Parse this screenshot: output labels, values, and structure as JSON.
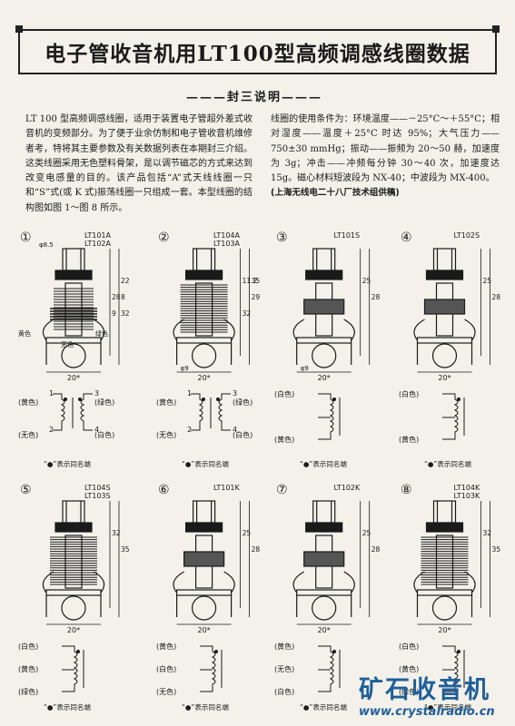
{
  "title": "电子管收音机用LT100型高频调感线圈数据",
  "subtitle": "———封三说明———",
  "body_left": "LT 100 型高频调感线圈，适用于装置电子管超外差式收音机的变频部分。为了便于业余仿制和电子管收音机维修者考，特将其主要参数及有关数据列表在本期封三介绍。这类线圈采用无色塑料骨架，是以调节磁芯的方式来达到改变电感量的目的。该产品包括“A”式天线线圈一只和“S”式(或 K 式)振荡线圈一只组成一套。本型线圈的结构图如图 1～图 8 所示。",
  "body_right": "线圈的使用条件为：环境温度——－25°C～＋55°C；相对湿度——温度＋25°C 时达 95%；大气压力——750±30 mmHg；振动——振频为 20～50 赫，加速度为 3g；冲击——冲频每分钟 30～40 次，加速度达 15g。磁心材料短波段为 NX-40；中波段为 MX-400。",
  "credit": "(上海无线电二十八厂技术组供稿)",
  "figures": [
    {
      "num": "①",
      "models": [
        "LT101A",
        "LT102A"
      ],
      "dims": [
        "φ8.5",
        "8",
        "9",
        "22",
        "28",
        "32",
        "20"
      ],
      "pins": [
        "(黄色)",
        "(绿色)",
        "(无色)",
        "(白色)"
      ],
      "colors_on_drawing": [
        "黄色",
        "无色",
        "绿色"
      ],
      "note": "“●”表示同名端"
    },
    {
      "num": "②",
      "models": [
        "LT104A",
        "LT103A"
      ],
      "dims": [
        "11.2",
        "29",
        "32",
        "35",
        "φ9",
        "20"
      ],
      "pins": [
        "(黄色)",
        "(绿色)",
        "(无色)",
        "(白色)"
      ],
      "note": "“●”表示同名端"
    },
    {
      "num": "③",
      "models": [
        "LT101S"
      ],
      "dims": [
        "25",
        "28",
        "φ9",
        "20"
      ],
      "pins": [
        "(白色)",
        "(黄色)"
      ],
      "note": "“●”表示同名端"
    },
    {
      "num": "④",
      "models": [
        "LT102S"
      ],
      "dims": [
        "25",
        "28",
        "20"
      ],
      "pins": [
        "(白色)",
        "(黄色)"
      ],
      "note": "“●”表示同名端"
    },
    {
      "num": "⑤",
      "models": [
        "LT104S",
        "LT103S"
      ],
      "dims": [
        "32",
        "35",
        "20"
      ],
      "pins": [
        "(白色)",
        "(黄色)",
        "(绿色)"
      ],
      "note": "“●”表示同名端"
    },
    {
      "num": "⑥",
      "models": [
        "LT101K"
      ],
      "dims": [
        "25",
        "28",
        "20"
      ],
      "pins": [
        "(黄色)",
        "(白色)",
        "(无色)"
      ],
      "note": "“●”表示同名端"
    },
    {
      "num": "⑦",
      "models": [
        "LT102K"
      ],
      "dims": [
        "25",
        "28",
        "20"
      ],
      "pins": [
        "(黄色)",
        "(无色)",
        "(白色)"
      ],
      "note": "“●”表示同名端"
    },
    {
      "num": "⑧",
      "models": [
        "LT104K",
        "LT103K"
      ],
      "dims": [
        "32",
        "35",
        "20"
      ],
      "pins": [
        "(白色)",
        "(黄色)",
        "(绿色)"
      ],
      "note": "“●”表示同名端"
    }
  ],
  "watermark": {
    "cn": "矿石收音机",
    "url": "www.crystalradio.cn"
  }
}
